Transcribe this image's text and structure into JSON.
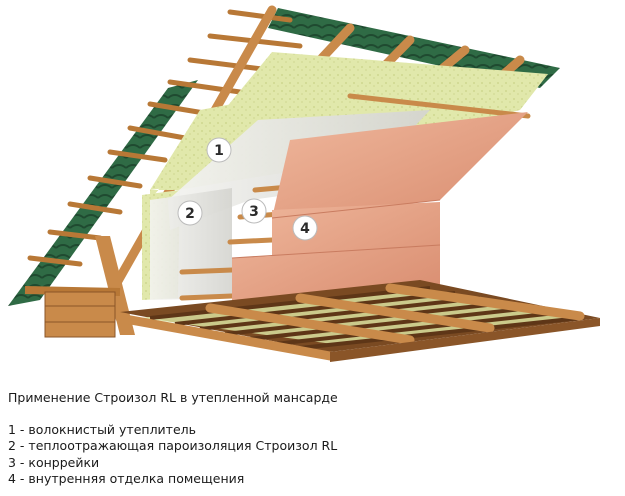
{
  "caption": {
    "title": "Применение Строизол RL в утепленной мансарде"
  },
  "legend": [
    {
      "number": "1",
      "text": "1 - волокнистый утеплитель"
    },
    {
      "number": "2",
      "text": "2 - теплоотражающая пароизоляция Строизол RL"
    },
    {
      "number": "3",
      "text": "3 - конррейки"
    },
    {
      "number": "4",
      "text": "4 - внутренняя отделка помещения"
    }
  ],
  "markers": [
    "1",
    "2",
    "3",
    "4"
  ],
  "colors": {
    "roof_tiles": "#2f6b45",
    "wood": "#c98a4a",
    "wood_dark": "#8a5528",
    "insulation": "#dfe6a8",
    "vapor_barrier": "#e4e4e0",
    "interior_finish": "#e8a98c"
  }
}
